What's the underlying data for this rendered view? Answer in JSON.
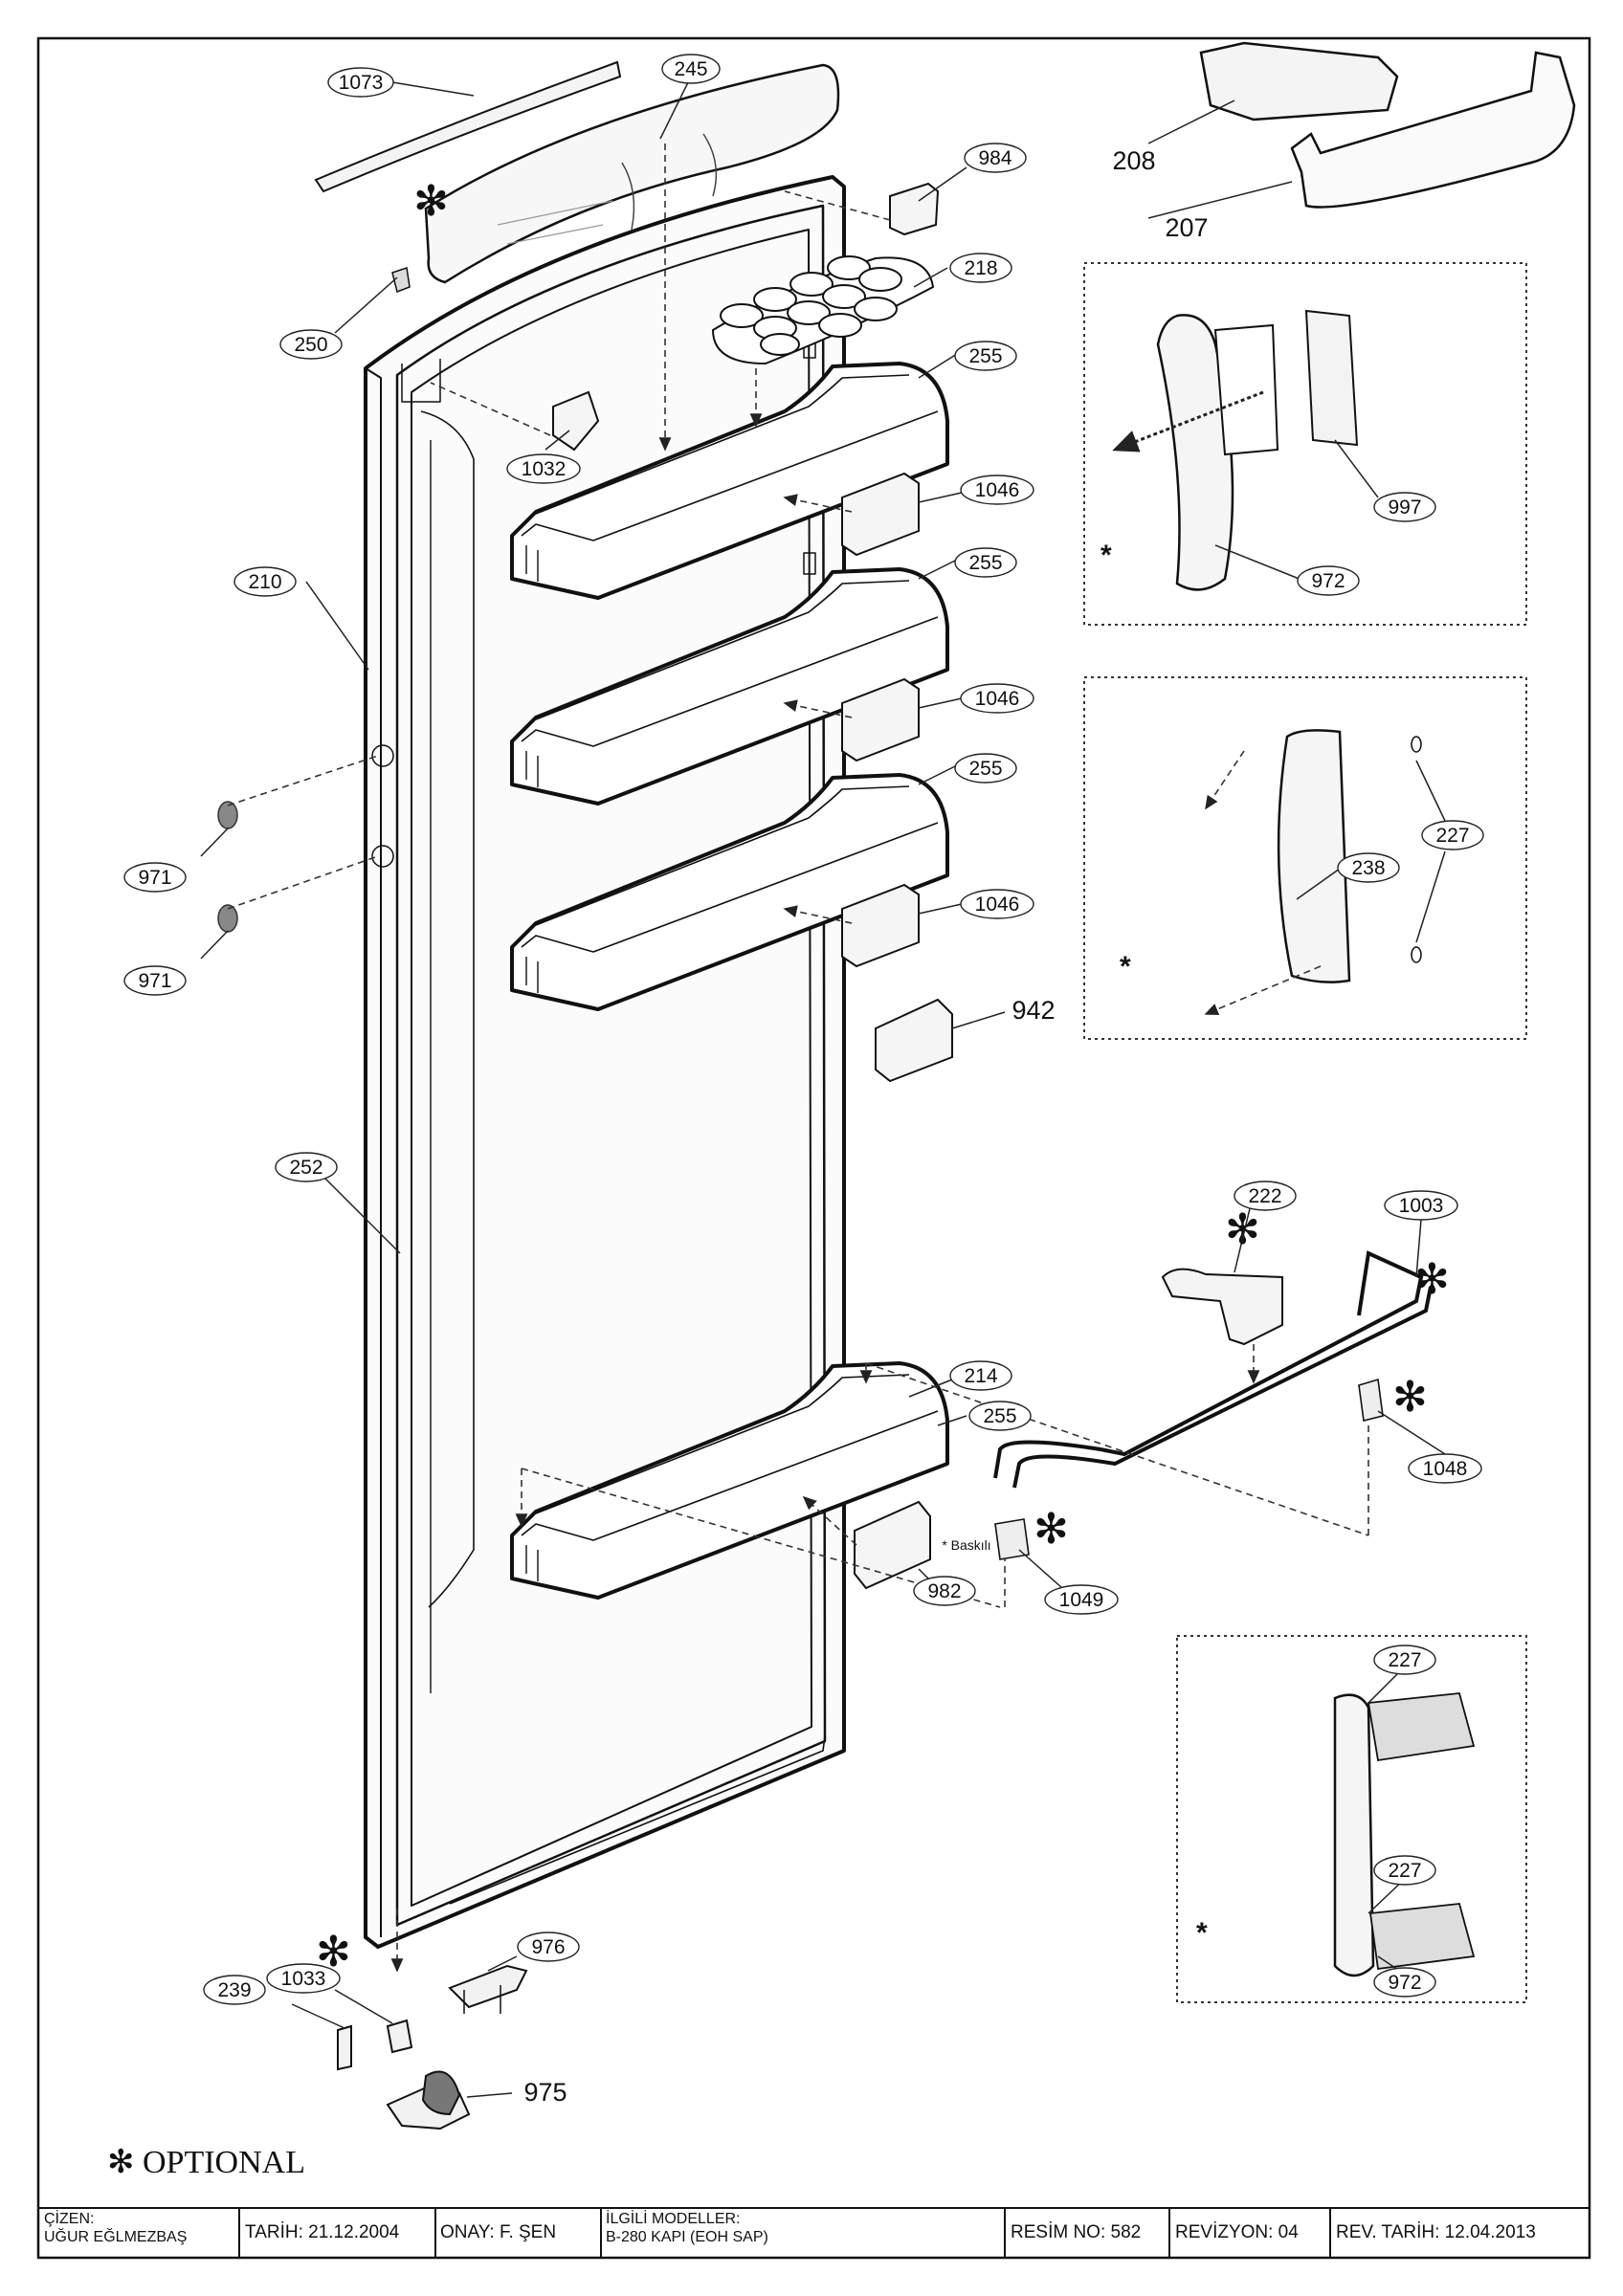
{
  "diagram": {
    "optional_note": "✻ OPTIONAL",
    "labels": {
      "p1073": "1073",
      "p245": "245",
      "p984": "984",
      "p218": "218",
      "p250": "250",
      "p255a": "255",
      "p1032": "1032",
      "p1046a": "1046",
      "p255b": "255",
      "p210": "210",
      "p1046b": "1046",
      "p255c": "255",
      "p971a": "971",
      "p971b": "971",
      "p1046c": "1046",
      "p942": "942",
      "p252": "252",
      "p222": "222",
      "p1003": "1003",
      "p214": "214",
      "p255d": "255",
      "p1048": "1048",
      "p982": "982",
      "p982note": "* Baskılı",
      "p1049": "1049",
      "p976": "976",
      "p239": "239",
      "p1033": "1033",
      "p975": "975",
      "p208": "208",
      "p207": "207",
      "p997": "997",
      "p972a": "972",
      "p227a": "227",
      "p238": "238",
      "p227b": "227",
      "p227c": "227",
      "p972b": "972"
    }
  },
  "title_block": {
    "drawn_by_label": "ÇİZEN:",
    "drawn_by_name": "UĞUR EĞLMEZBAŞ",
    "date": "TARİH: 21.12.2004",
    "approval": "ONAY:   F. ŞEN",
    "models_label": "İLGİLİ MODELLER:",
    "models_value": "B-280 KAPI (EOH SAP)",
    "drawing_no": "RESİM NO: 582",
    "revision": "REVİZYON: 04",
    "revision_date": "REV. TARİH: 12.04.2013"
  }
}
